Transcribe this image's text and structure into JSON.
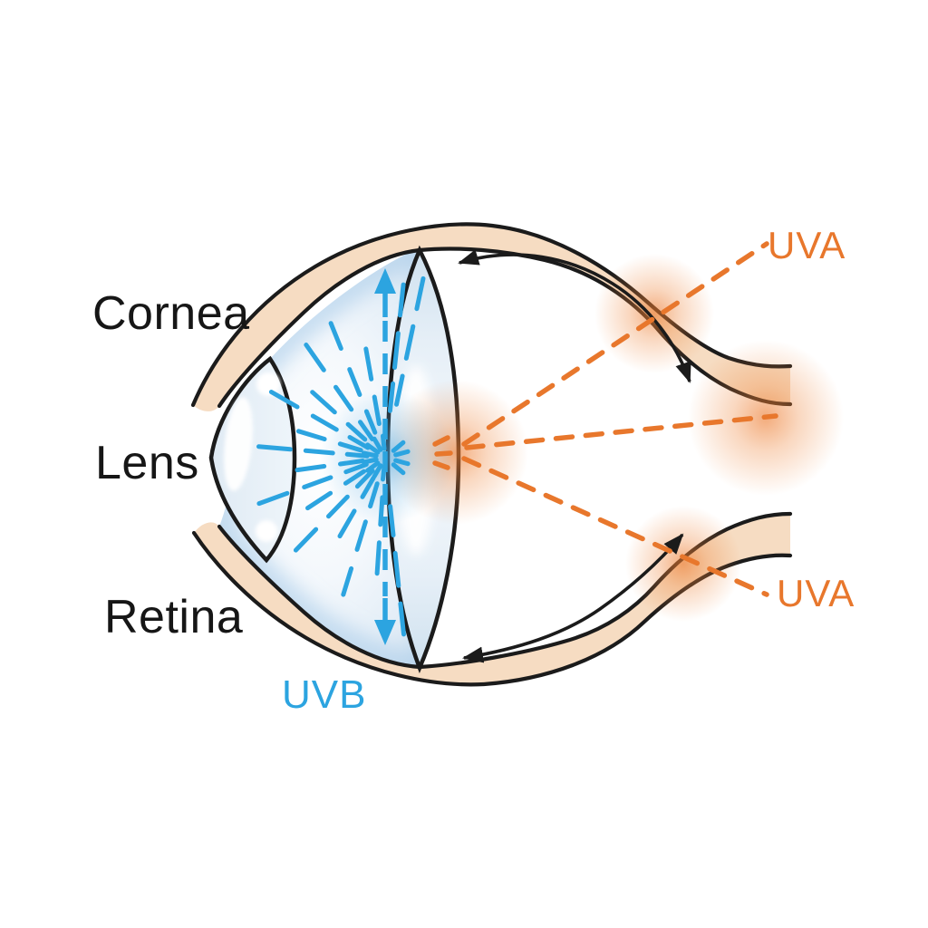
{
  "labels": {
    "cornea": "Cornea",
    "lens": "Lens",
    "retina": "Retina",
    "uva_top": "UVA",
    "uva_bottom": "UVA",
    "uvb": "UVB"
  },
  "colors": {
    "uva_orange": "#E8772C",
    "uvb_blue": "#2CA4E0",
    "label_black": "#161616",
    "sclera_tan": "#F6DCC2",
    "outline_black": "#1B1B1B"
  }
}
